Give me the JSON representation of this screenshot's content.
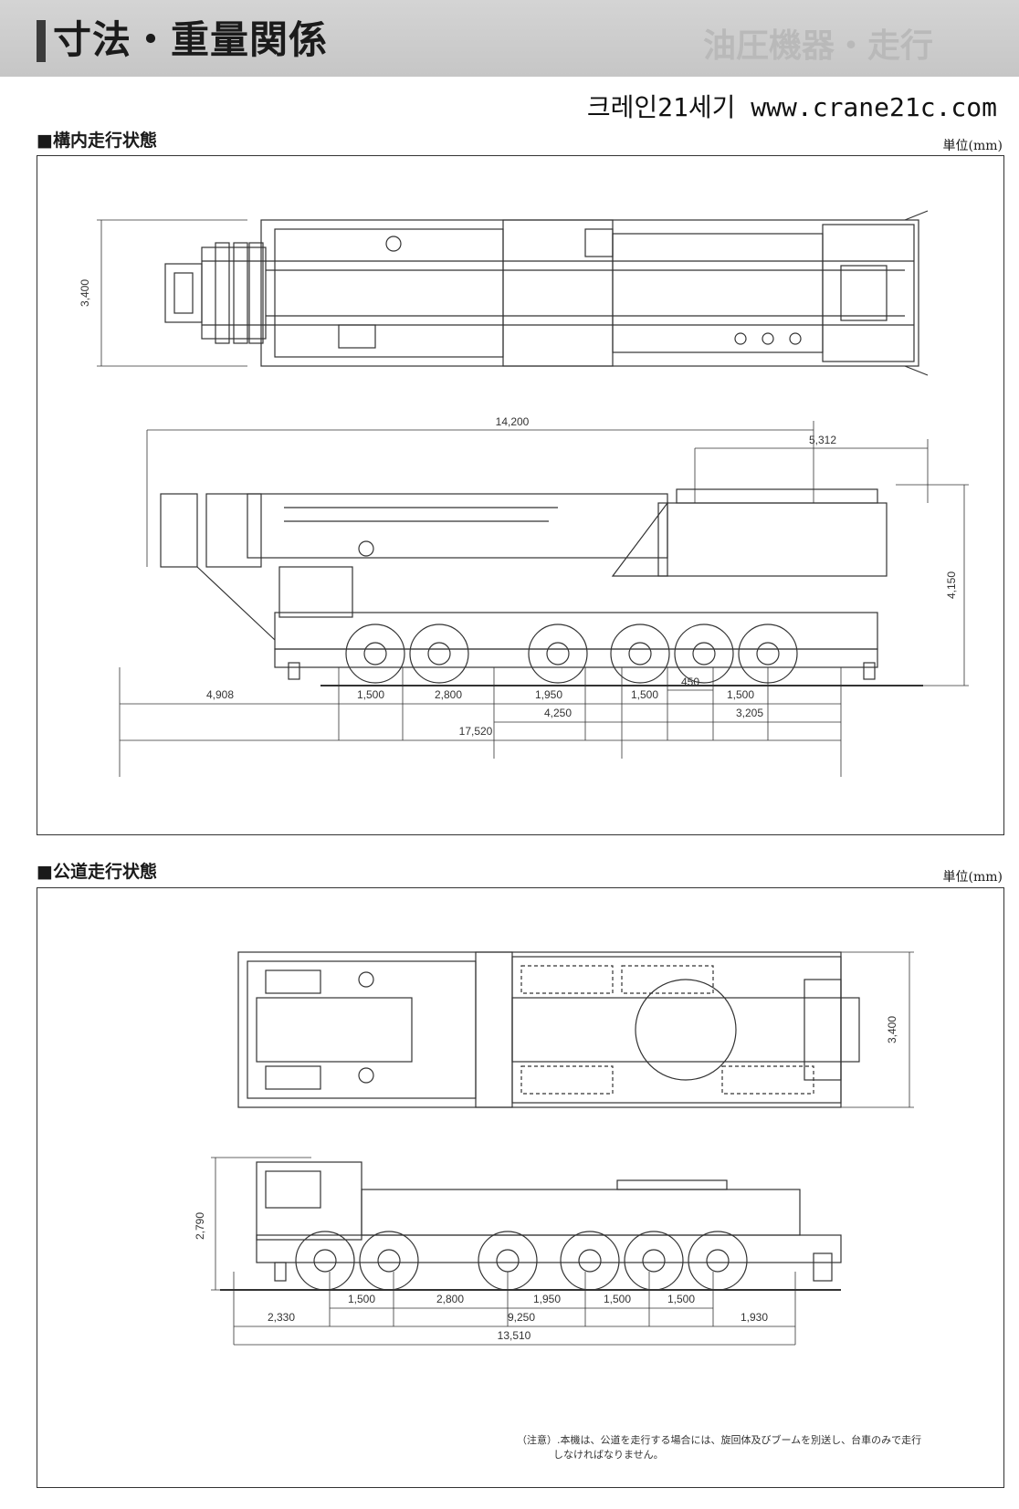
{
  "header": {
    "title": "寸法・重量関係",
    "ghost_title": "油圧機器・走行",
    "watermark": "크레인21세기 www.crane21c.com"
  },
  "section1": {
    "title": "■構内走行状態",
    "unit": "単位(mm)",
    "dims": {
      "width": "3,400",
      "boom_len": "14,200",
      "rear_len": "5,312",
      "height": "4,150",
      "d450": "450",
      "front_overhang": "4,908",
      "a1": "1,500",
      "a2": "2,800",
      "a3": "1,950",
      "a4": "1,500",
      "a5": "1,500",
      "m1": "4,250",
      "m2": "3,205",
      "total": "17,520"
    }
  },
  "section2": {
    "title": "■公道走行状態",
    "unit": "単位(mm)",
    "dims": {
      "width": "3,400",
      "height": "2,790",
      "a1": "1,500",
      "a2": "2,800",
      "a3": "1,950",
      "a4": "1,500",
      "a5": "1,500",
      "front": "2,330",
      "wheelbase": "9,250",
      "rear": "1,930",
      "total": "13,510"
    }
  },
  "note": {
    "line1": "（注意）.本機は、公道を走行する場合には、旋回体及びブームを別送し、台車のみで走行",
    "line2": "しなければなりません。"
  }
}
